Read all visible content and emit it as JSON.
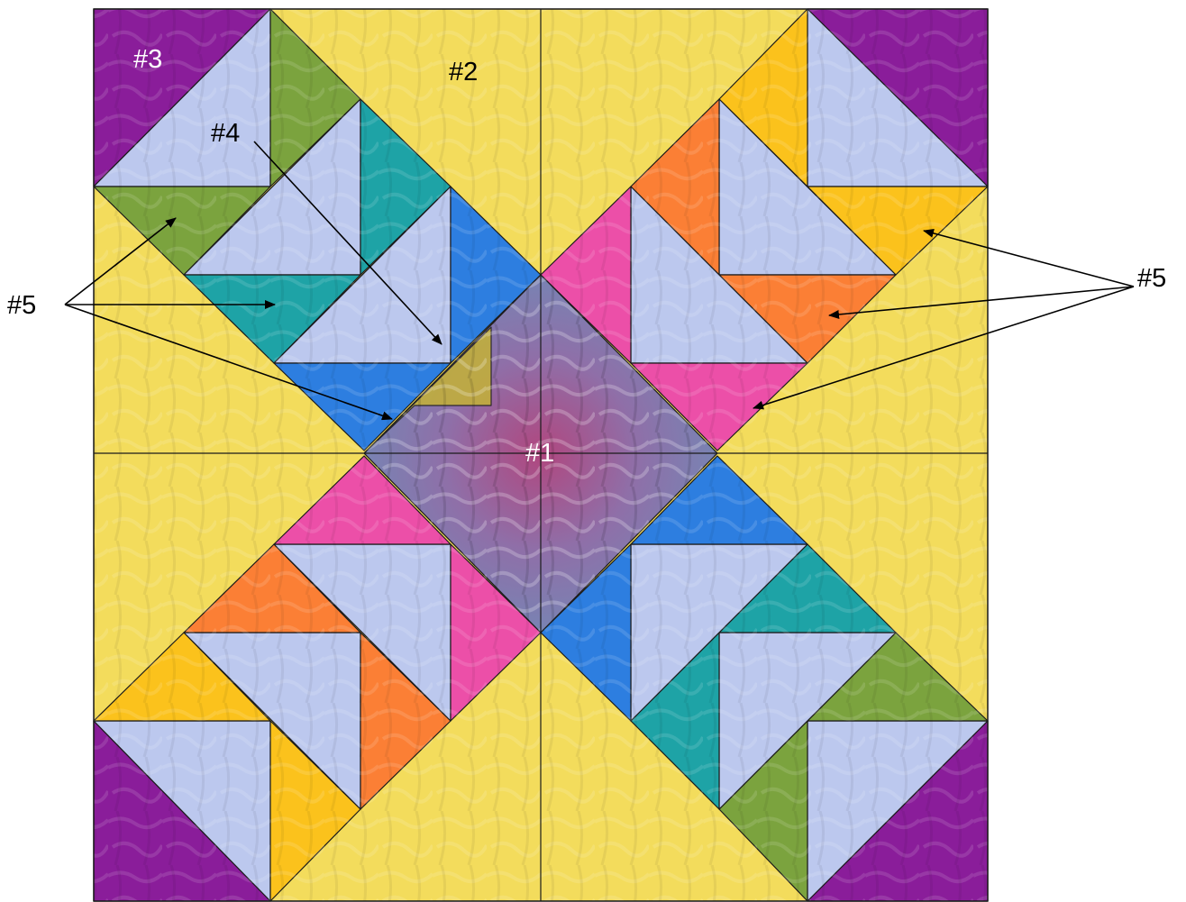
{
  "labels": {
    "center": "#1",
    "background": "#2",
    "corner": "#3",
    "flying_geese": "#4",
    "left_group": "#5",
    "right_group": "#5"
  },
  "colors": {
    "background_yellow": "#f3dc5c",
    "corner_purple": "#8a1d9a",
    "sky_lavender": "#bcc8ee",
    "green": "#7ba33e",
    "teal": "#1ea3a6",
    "blue": "#2d7ee0",
    "magenta": "#ec4fa8",
    "orange": "#fb7f35",
    "gold": "#fbc21c",
    "olive": "#c5b236",
    "center_mottle": "#9c6fa6"
  }
}
